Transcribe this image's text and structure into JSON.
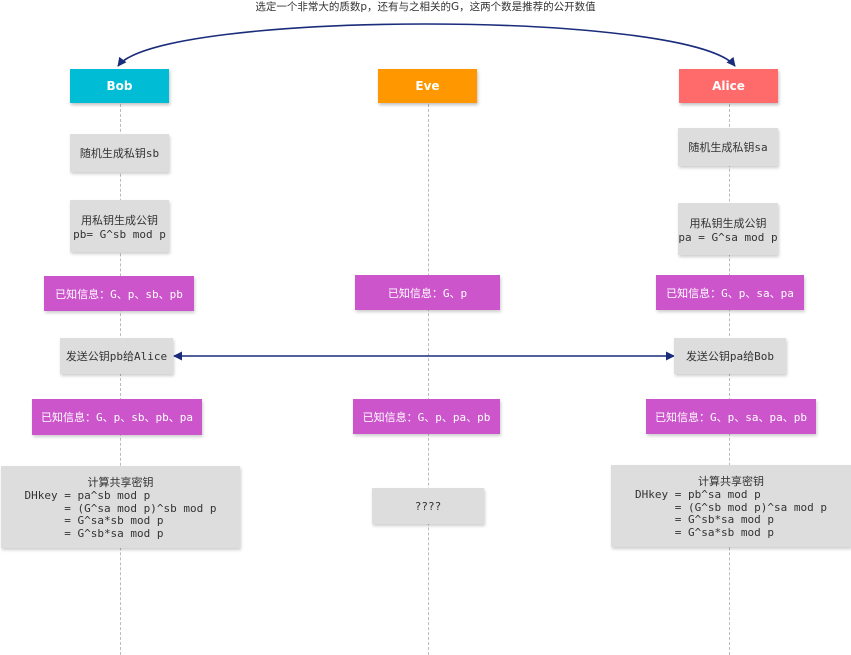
{
  "title": "选定一个非常大的质数p，还有与之相关的G，这两个数是推荐的公开数值",
  "colors": {
    "bob": "#00bcd4",
    "eve": "#ff9800",
    "alice": "#ff6b6b",
    "known_info": "#cc55cc",
    "step": "#dddddd",
    "arrow": "#1a2c7a"
  },
  "actors": {
    "bob": "Bob",
    "eve": "Eve",
    "alice": "Alice"
  },
  "bob": {
    "gen_private": "随机生成私钥sb",
    "gen_public_title": "用私钥生成公钥",
    "gen_public_formula": "pb= G^sb mod p",
    "known1": "已知信息：G、p、sb、pb",
    "send": "发送公钥pb给Alice",
    "known2": "已知信息：G、p、sb、pb、pa",
    "compute_title": "计算共享密钥",
    "compute_formula": "DHkey = pa^sb mod p\n      = (G^sa mod p)^sb mod p\n      = G^sa*sb mod p\n      = G^sb*sa mod p"
  },
  "eve": {
    "known1": "已知信息：G、p",
    "known2": "已知信息：G、p、pa、pb",
    "unknown": "????"
  },
  "alice": {
    "gen_private": "随机生成私钥sa",
    "gen_public_title": "用私钥生成公钥",
    "gen_public_formula": "pa = G^sa mod p",
    "known1": "已知信息：G、p、sa、pa",
    "send": "发送公钥pa给Bob",
    "known2": "已知信息：G、p、sa、pa、pb",
    "compute_title": "计算共享密钥",
    "compute_formula": "DHkey = pb^sa mod p\n      = (G^sb mod p)^sa mod p\n      = G^sb*sa mod p\n      = G^sa*sb mod p"
  }
}
